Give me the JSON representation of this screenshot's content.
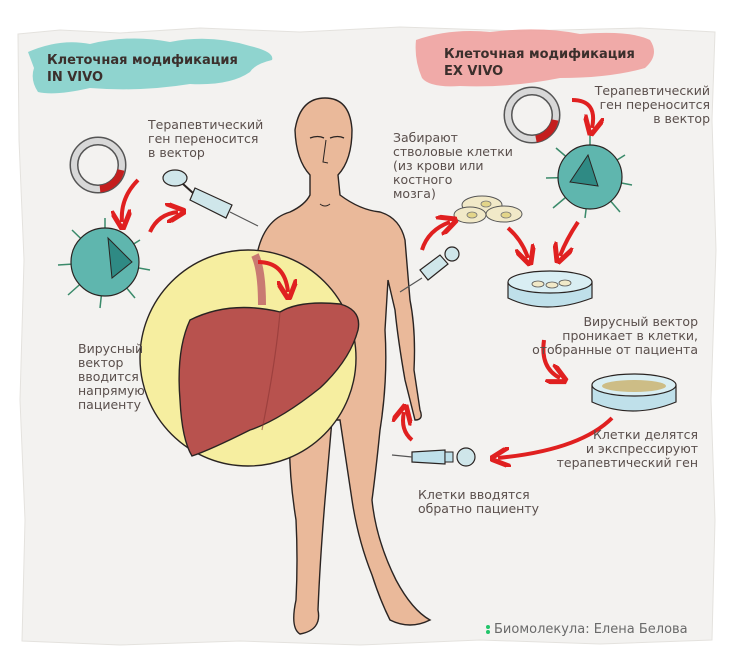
{
  "in_vivo": {
    "title_line1": "Клеточная модификация",
    "title_line2": "IN VIVO",
    "accent_color": "#7ccfc9",
    "step_gene_transfer": [
      "Терапевтический",
      "ген переносится",
      "в вектор"
    ],
    "step_injection": [
      "Вирусный",
      "вектор",
      "вводится",
      "напрямую",
      "пациенту"
    ]
  },
  "ex_vivo": {
    "title_line1": "Клеточная модификация",
    "title_line2": "EX VIVO",
    "accent_color": "#ef9e9b",
    "step_gene_transfer": [
      "Терапевтический",
      "ген переносится",
      "в вектор"
    ],
    "step_harvest": [
      "Забирают",
      "стволовые клетки",
      "(из крови или",
      "костного",
      "мозга)"
    ],
    "step_transduction": [
      "Вирусный вектор",
      "проникает в клетки,",
      "отобранные от пациента"
    ],
    "step_expansion": [
      "Клетки делятся",
      "и экспрессируют",
      "терапевтический ген"
    ],
    "step_reinfusion": [
      "Клетки вводятся",
      "обратно пациенту"
    ]
  },
  "credit": {
    "text": "Биомолекула: Елена Белова",
    "dot_color": "#22c56a"
  },
  "icons": {
    "plasmid": "plasmid-ring-icon",
    "virus": "viral-vector-icon",
    "syringe": "syringe-icon",
    "petri_dish": "petri-dish-icon",
    "stem_cells": "stem-cells-icon",
    "liver": "liver-icon",
    "arrow": "red-arrow-icon"
  },
  "colors": {
    "arrow_red": "#e02020",
    "skin": "#eab99a",
    "liver": "#b8524e",
    "highlight_circle": "#f6eea0",
    "virus_teal": "#5fb6ae"
  }
}
